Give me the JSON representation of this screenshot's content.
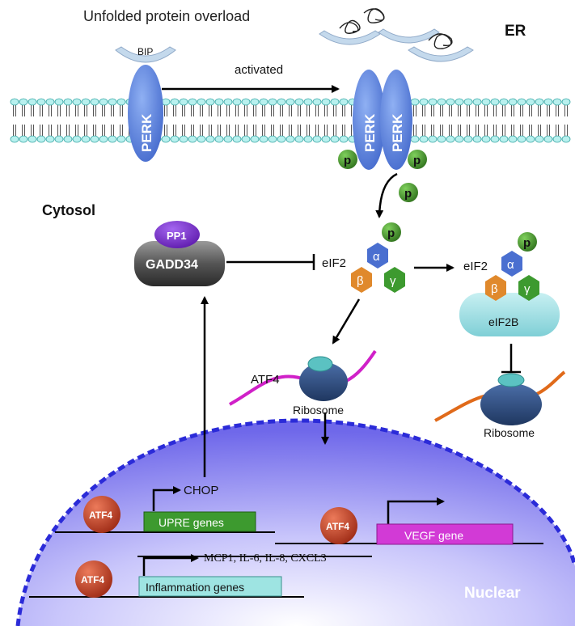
{
  "title": "Unfolded protein overload",
  "compartments": {
    "er": "ER",
    "cytosol": "Cytosol",
    "nuclear": "Nuclear"
  },
  "labels": {
    "bip": "BIP",
    "activated": "activated",
    "perk": "PERK",
    "phospho": "p",
    "pp1": "PP1",
    "gadd34": "GADD34",
    "eif2": "eIF2",
    "eif2b": "eIF2B",
    "alpha": "α",
    "beta": "β",
    "gamma": "γ",
    "atf4_mrna": "ATF4",
    "ribosome": "Ribosome",
    "atf4": "ATF4",
    "chop": "CHOP",
    "upre_genes": "UPRE genes",
    "vegf_gene": "VEGF  gene",
    "inflammation_genes": "Inflammation genes",
    "cytokines": "MCP1, IL-6, IL-8, CXCL3"
  },
  "colors": {
    "perk": "#4f79d6",
    "phospho": "#3f8f2a",
    "alpha": "#4a6fd0",
    "beta": "#e0892c",
    "gamma": "#3d9a2f",
    "pp1": "#6a1fb8",
    "gadd34": "#444444",
    "eif2b": "#9fdde2",
    "ribosome": "#2b4a78",
    "ribosome_cap": "#5bc2c2",
    "mrna_atf4": "#d020c8",
    "mrna_other": "#e06a1a",
    "atf4": "#c0341e",
    "upre": "#3d9a2f",
    "vegf": "#d23ad6",
    "inflammation": "#9ee4e2",
    "nucleus": "#8c86f0",
    "membrane_head": "#b8f0ee"
  }
}
